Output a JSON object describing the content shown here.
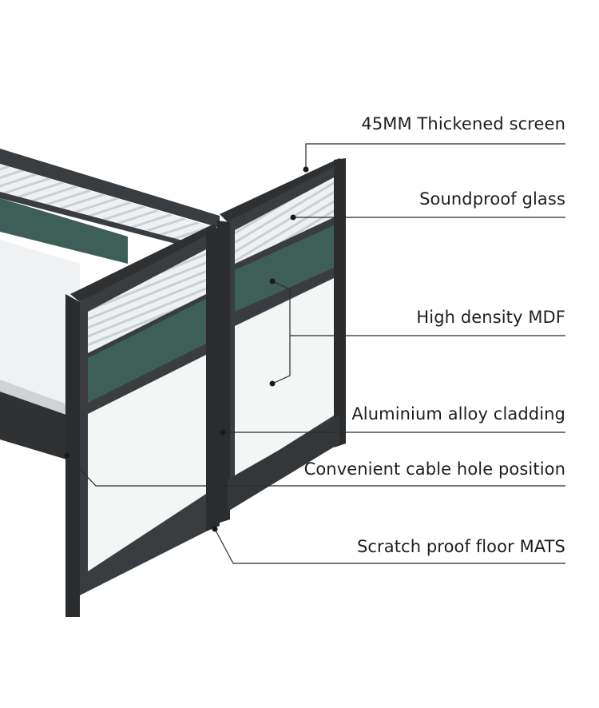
{
  "callouts": [
    {
      "id": "screen",
      "text": "45MM Thickened screen"
    },
    {
      "id": "glass",
      "text": "Soundproof glass"
    },
    {
      "id": "mdf",
      "text": "High density MDF"
    },
    {
      "id": "cladding",
      "text": "Aluminium alloy cladding"
    },
    {
      "id": "cable",
      "text": "Convenient cable hole position"
    },
    {
      "id": "floor",
      "text": "Scratch proof floor MATS"
    }
  ],
  "colors": {
    "frame": "#3a3d40",
    "frame_dark": "#2a2c2e",
    "fabric": "#3e5f58",
    "board": "#f2f3f3",
    "glass": "#e9ecee",
    "line": "#2b2b2b"
  }
}
